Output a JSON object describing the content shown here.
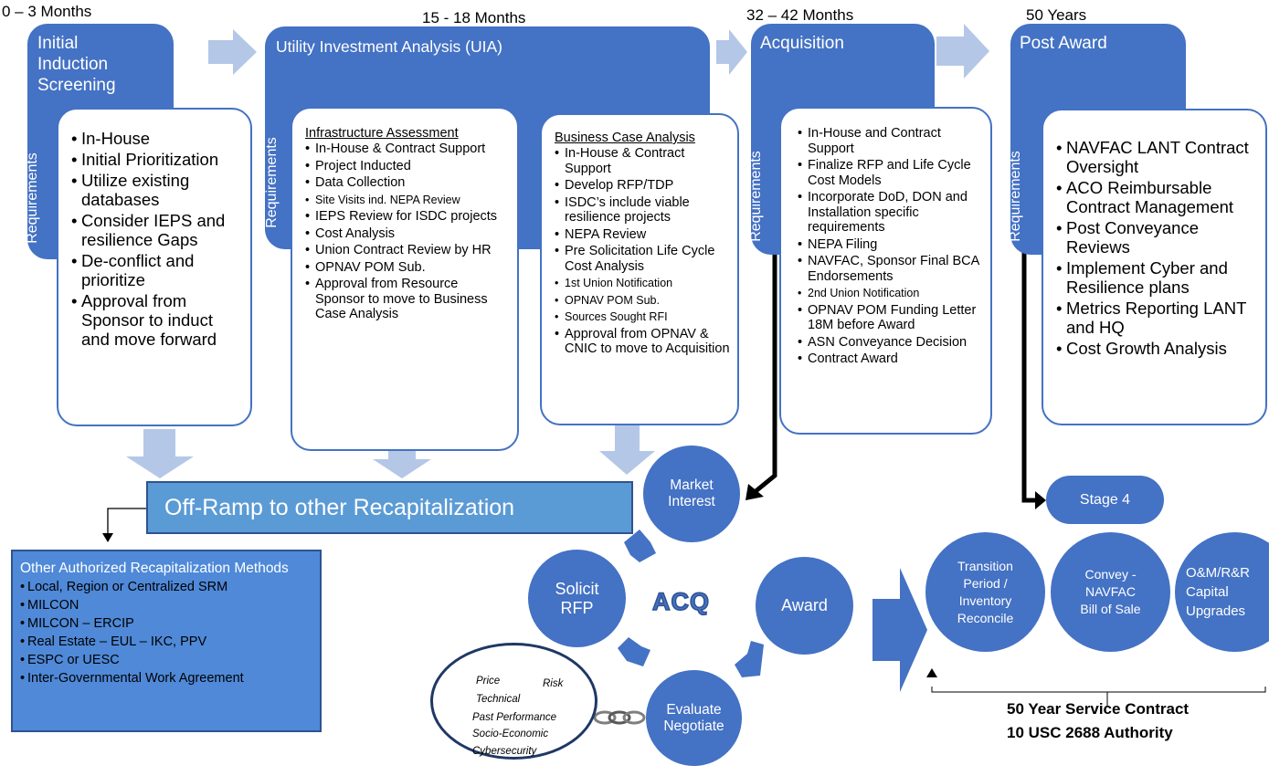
{
  "timeline": {
    "stage1": "0 – 3 Months",
    "stage2": "15 - 18 Months",
    "stage3": "32 – 42 Months",
    "stage4": "50 Years"
  },
  "stages": {
    "screening": {
      "title": "Initial\nInduction\nScreening",
      "req_label": "Requirements",
      "items": [
        "In-House",
        "Initial Prioritization",
        "Utilize existing databases",
        "Consider IEPS and resilience Gaps",
        "De-conflict and prioritize",
        "Approval from Sponsor to induct and move forward"
      ]
    },
    "uia": {
      "title": "Utility Investment Analysis (UIA)",
      "req_label": "Requirements",
      "infra": {
        "heading": "Infrastructure Assessment",
        "items": [
          "In-House & Contract Support",
          "Project Inducted",
          "Data Collection",
          "Site Visits ind. NEPA Review",
          "IEPS Review for ISDC projects",
          "Cost Analysis",
          "Union Contract Review by HR",
          "OPNAV POM Sub.",
          "Approval from Resource Sponsor to move to Business Case Analysis"
        ]
      },
      "bca": {
        "heading": "Business Case Analysis",
        "items": [
          "In-House & Contract Support",
          "Develop RFP/TDP",
          "ISDC’s include viable resilience projects",
          "NEPA Review",
          "Pre Solicitation Life Cycle Cost Analysis",
          "1st Union Notification",
          "OPNAV POM Sub.",
          "Sources Sought RFI",
          "Approval from OPNAV & CNIC to move to Acquisition"
        ]
      }
    },
    "acquisition": {
      "title": "Acquisition",
      "req_label": "Requirements",
      "items": [
        "In-House and Contract Support",
        "Finalize RFP and Life Cycle Cost Models",
        "Incorporate DoD, DON and Installation specific requirements",
        "NEPA Filing",
        "NAVFAC, Sponsor Final BCA Endorsements",
        "2nd Union Notification",
        "OPNAV POM Funding Letter 18M before Award",
        "ASN Conveyance Decision",
        "Contract Award"
      ]
    },
    "post_award": {
      "title": "Post Award",
      "req_label": "Requirements",
      "items": [
        "NAVFAC LANT Contract Oversight",
        "ACO Reimbursable Contract Management",
        "Post Conveyance Reviews",
        "Implement Cyber and Resilience plans",
        "Metrics Reporting LANT and HQ",
        "Cost Growth Analysis"
      ]
    }
  },
  "off_ramp": "Off-Ramp to other Recapitalization",
  "other_methods": {
    "title": "Other Authorized Recapitalization Methods",
    "items": [
      "Local, Region or Centralized SRM",
      "MILCON",
      "MILCON – ERCIP",
      "Real Estate – EUL – IKC, PPV",
      "ESPC or UESC",
      "Inter-Governmental Work Agreement"
    ]
  },
  "acq_cycle": {
    "center": "ACQ",
    "market_interest": "Market\nInterest",
    "solicit": "Solicit\nRFP",
    "evaluate": "Evaluate\nNegotiate",
    "award": "Award"
  },
  "evaluation_factors": {
    "price": "Price",
    "risk": "Risk",
    "technical": "Technical",
    "past_performance": "Past Performance",
    "socio_economic": "Socio-Economic",
    "cybersecurity": "Cybersecurity"
  },
  "post_award_flow": {
    "stage4": "Stage 4",
    "transition": "Transition\nPeriod /\nInventory\nReconcile",
    "convey": "Convey -\nNAVFAC\nBill of Sale",
    "om": "O&M/R&R\nCapital\nUpgrades"
  },
  "contract": {
    "line1": "50 Year Service Contract",
    "line2": "10 USC 2688 Authority"
  },
  "colors": {
    "stage_blue": "#4472c4",
    "arrow_light": "#b4c7e7",
    "offramp_fill": "#5b9bd5",
    "other_fill": "#4f89d8"
  }
}
